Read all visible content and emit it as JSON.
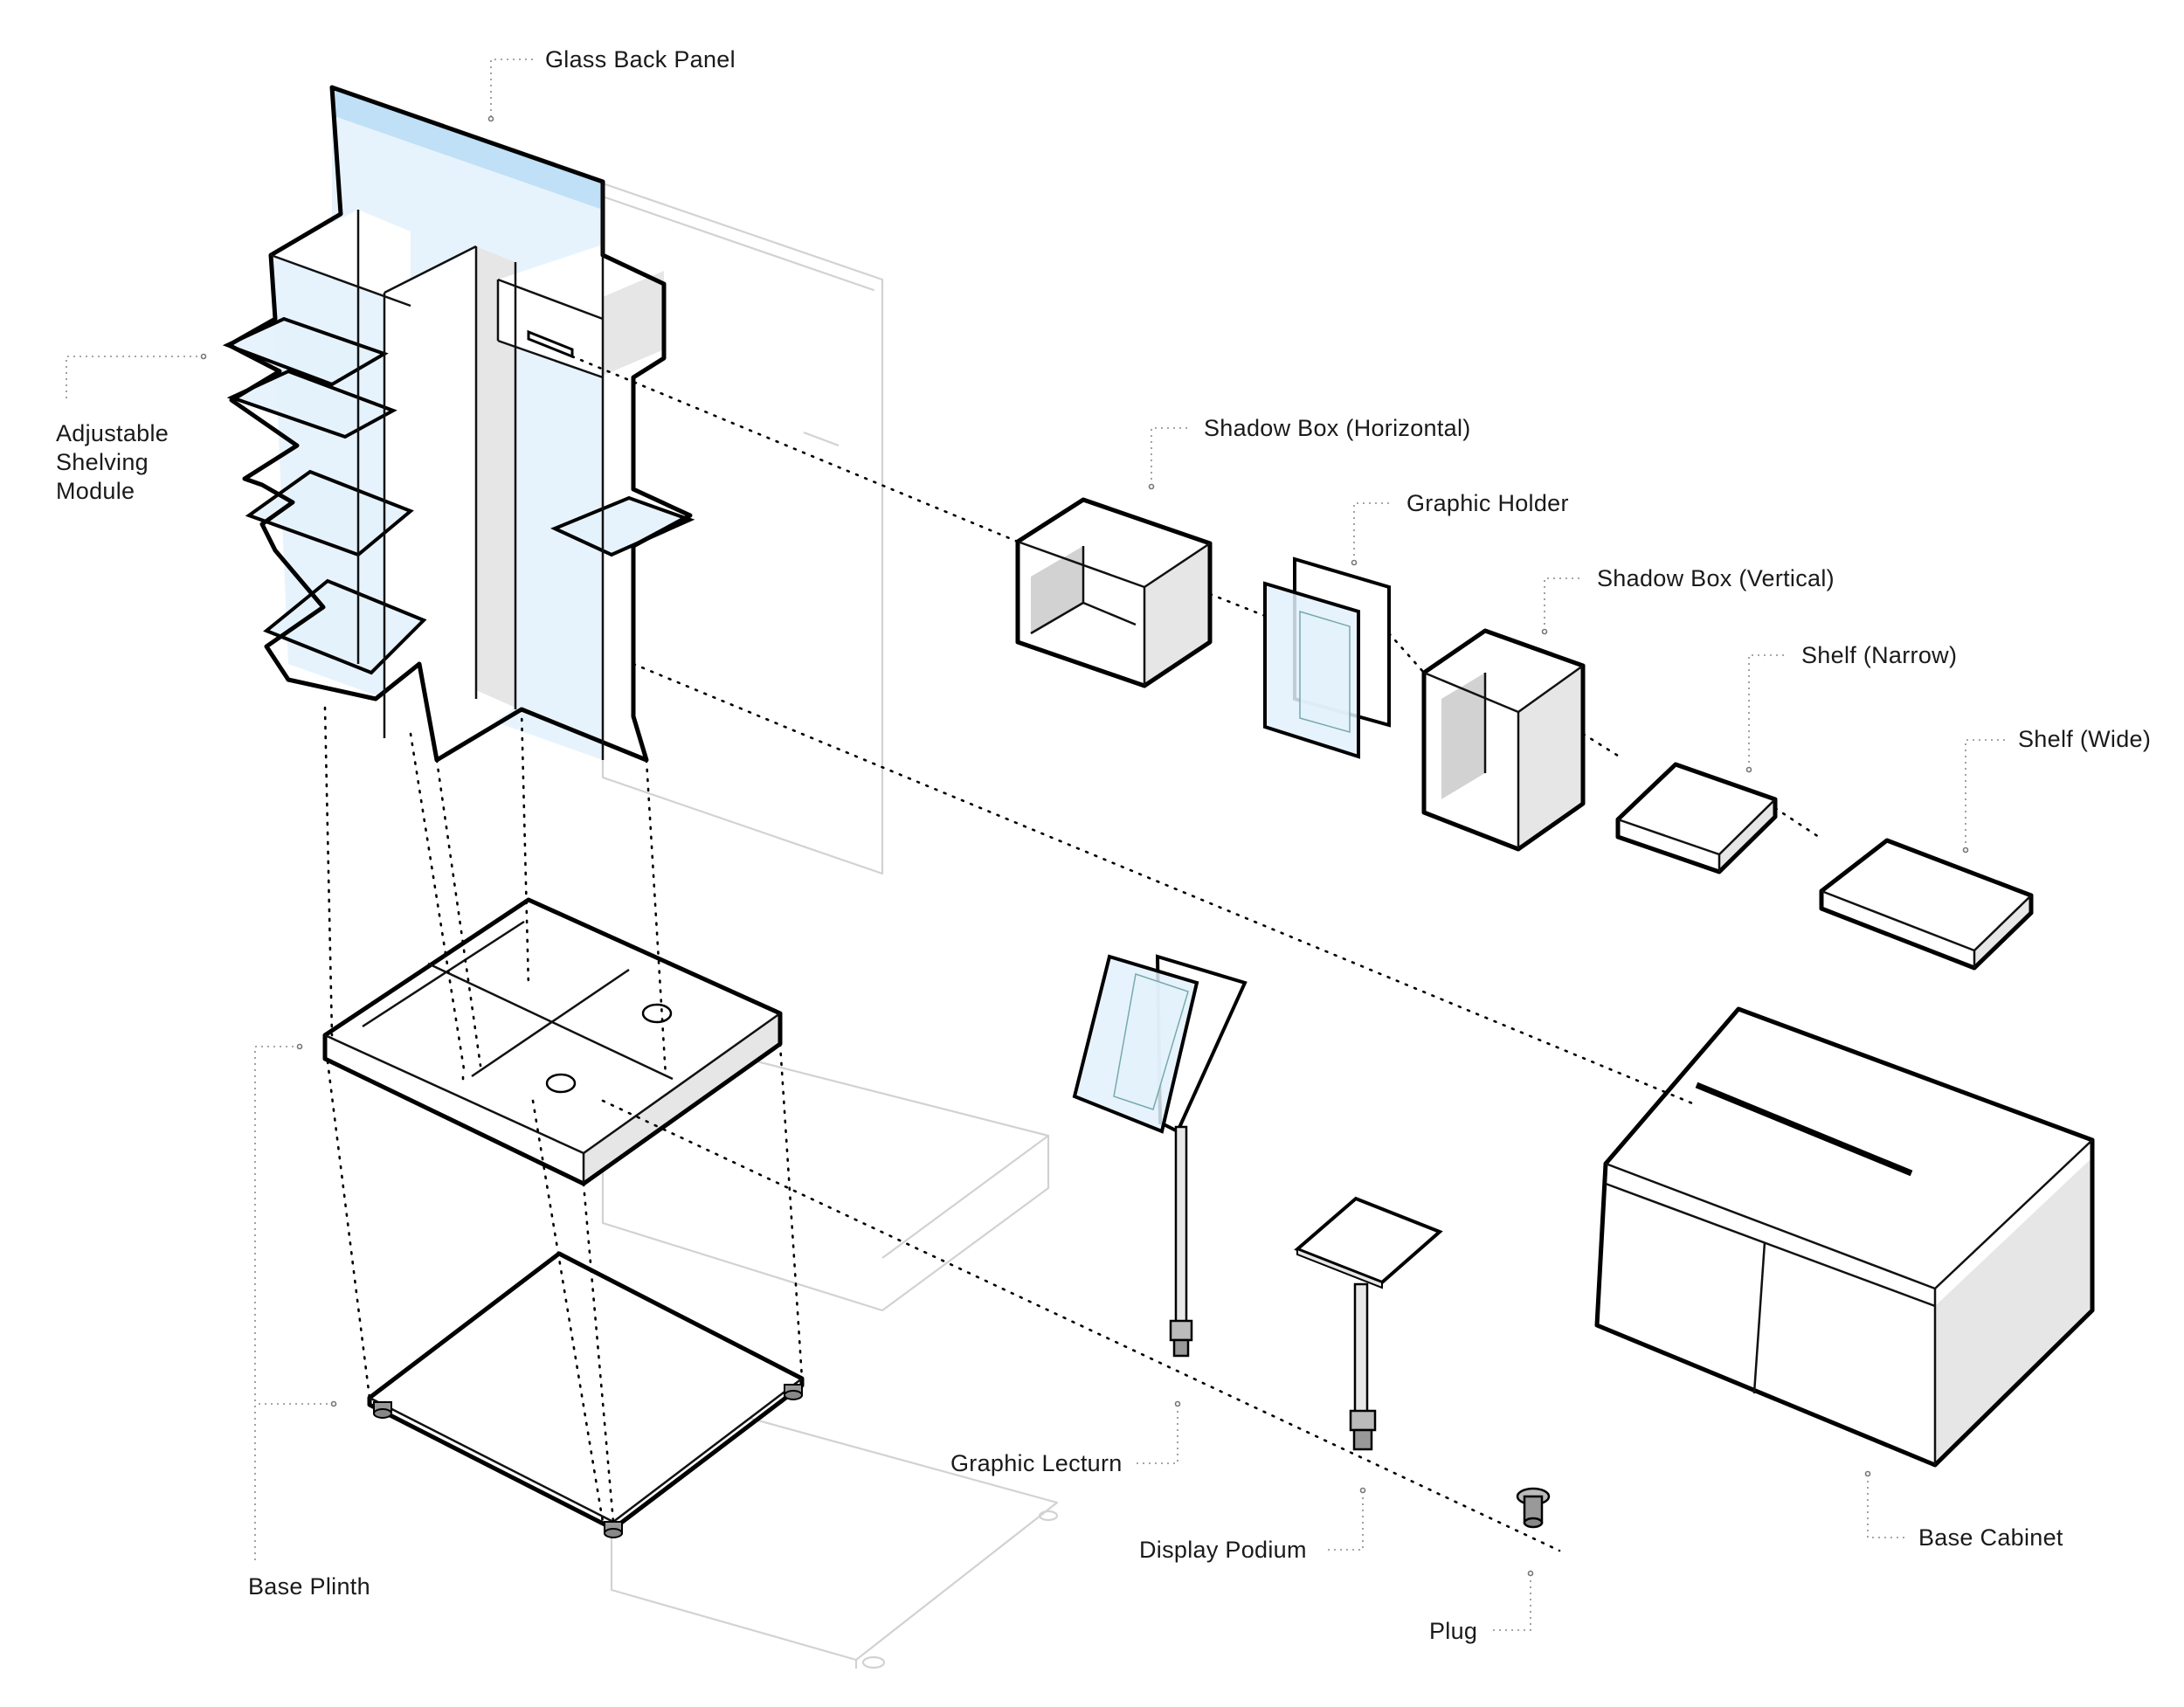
{
  "labels": {
    "glass_back_panel": "Glass Back Panel",
    "adjustable_shelving_line1": "Adjustable",
    "adjustable_shelving_line2": "Shelving",
    "adjustable_shelving_line3": "Module",
    "shadow_box_horizontal": "Shadow Box (Horizontal)",
    "graphic_holder": "Graphic Holder",
    "shadow_box_vertical": "Shadow Box (Vertical)",
    "shelf_narrow": "Shelf (Narrow)",
    "shelf_wide": "Shelf (Wide)",
    "base_plinth": "Base Plinth",
    "graphic_lecturn": "Graphic Lecturn",
    "display_podium": "Display Podium",
    "plug": "Plug",
    "base_cabinet": "Base Cabinet"
  },
  "colors": {
    "glass": "#e3f1fb",
    "glass_band": "#bfe0f6",
    "outline": "#000000",
    "ghost": "#d2d2d2",
    "leader": "#8a8a8a"
  }
}
